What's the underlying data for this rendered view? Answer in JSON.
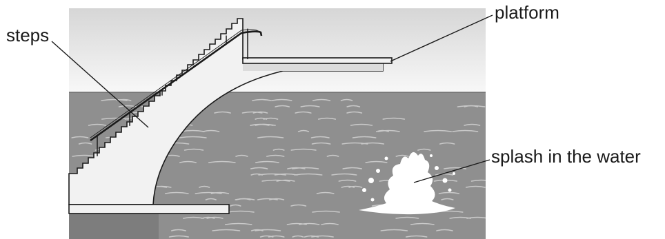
{
  "labels": {
    "steps": "steps",
    "platform": "platform",
    "splash": "splash in the water"
  },
  "colors": {
    "sky_top": "#d9d9d9",
    "sky_bottom": "#f7f7f7",
    "water": "#8f8f8f",
    "water_dark": "#7a7a7a",
    "wave": "#c8c8c8",
    "structure_fill": "#f2f2f2",
    "outline": "#1a1a1a",
    "splash": "#ffffff",
    "label_text": "#1a1a1a"
  }
}
